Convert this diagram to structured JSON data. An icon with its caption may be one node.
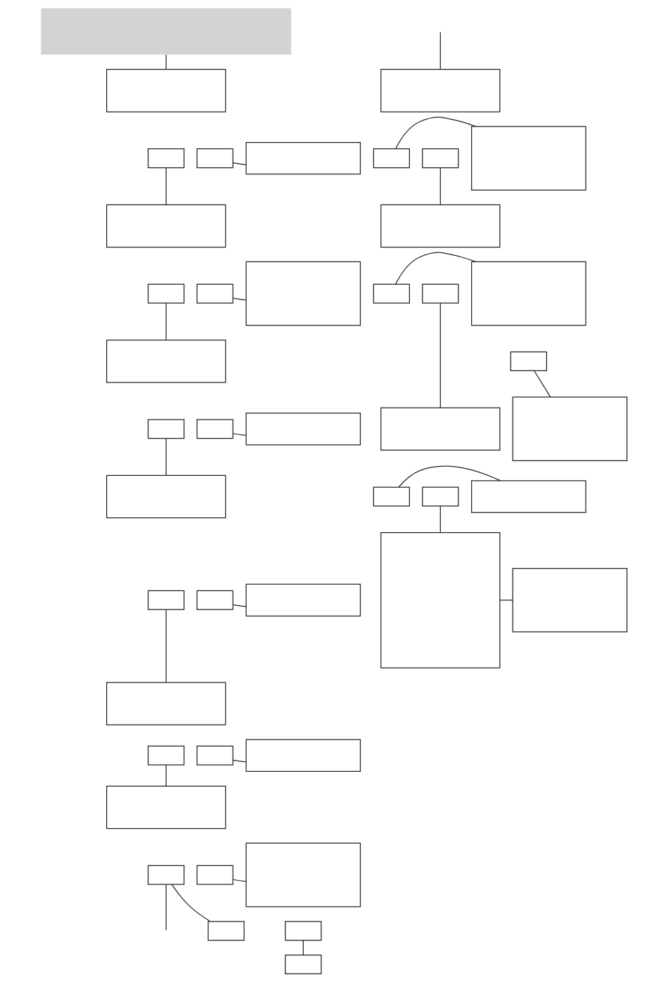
{
  "diagram": {
    "nodes": [
      {
        "text": [],
        "shape": "box"
      },
      {
        "text": [],
        "shape": "box"
      },
      {
        "text": [],
        "shape": "box"
      },
      {
        "text": [],
        "shape": "box"
      },
      {
        "text": [],
        "shape": "box"
      },
      {
        "text": [],
        "shape": "box"
      },
      {
        "text": [],
        "shape": "box"
      },
      {
        "text": [],
        "shape": "box"
      },
      {
        "text": [],
        "shape": "box"
      },
      {
        "text": [],
        "shape": "box"
      },
      {
        "text": [],
        "shape": "box"
      },
      {
        "text": [],
        "shape": "box"
      },
      {
        "text": [],
        "shape": "box"
      },
      {
        "text": [],
        "shape": "box"
      },
      {
        "text": [],
        "shape": "box"
      },
      {
        "text": [],
        "shape": "box"
      },
      {
        "text": [],
        "shape": "box"
      },
      {
        "text": [],
        "shape": "box"
      },
      {
        "text": [],
        "shape": "box"
      },
      {
        "text": [],
        "shape": "box"
      },
      {
        "text": [],
        "shape": "box"
      },
      {
        "text": [],
        "shape": "box"
      },
      {
        "text": [],
        "shape": "box"
      },
      {
        "text": [],
        "shape": "box"
      },
      {
        "text": [],
        "shape": "box"
      },
      {
        "text": [],
        "shape": "box"
      },
      {
        "text": [],
        "shape": "box"
      },
      {
        "text": [],
        "shape": "box"
      },
      {
        "text": [],
        "shape": "box"
      },
      {
        "text": [],
        "shape": "box"
      },
      {
        "text": [],
        "shape": "box"
      },
      {
        "text": [],
        "shape": "box"
      },
      {
        "text": [],
        "shape": "box"
      },
      {
        "text": [],
        "shape": "box"
      },
      {
        "text": [],
        "shape": "box"
      },
      {
        "text": [],
        "shape": "box"
      },
      {
        "text": [],
        "shape": "box"
      },
      {
        "text": [],
        "shape": "box"
      },
      {
        "text": [],
        "shape": "box"
      },
      {
        "text": [],
        "shape": "box"
      },
      {
        "text": [],
        "shape": "box"
      },
      {
        "text": [],
        "shape": "box"
      },
      {
        "text": [],
        "shape": "box"
      },
      {
        "text": [],
        "shape": "box"
      }
    ],
    "edges": [
      {
        "from": 0,
        "to": 1,
        "arrow": "none"
      },
      {
        "from": 3,
        "to": 4,
        "arrow": "none"
      },
      {
        "from": 2,
        "to": 5,
        "arrow": "none"
      },
      {
        "from": 7,
        "to": 8,
        "arrow": "none"
      },
      {
        "from": 6,
        "to": 9,
        "arrow": "none"
      },
      {
        "from": 11,
        "to": 12,
        "arrow": "none"
      },
      {
        "from": 10,
        "to": 13,
        "arrow": "none"
      },
      {
        "from": 15,
        "to": 16,
        "arrow": "none"
      },
      {
        "from": 14,
        "to": 17,
        "arrow": "none"
      },
      {
        "from": 19,
        "to": 20,
        "arrow": "none"
      },
      {
        "from": 18,
        "to": 21,
        "arrow": "none"
      },
      {
        "from": 23,
        "to": 24,
        "arrow": "none"
      },
      {
        "from": 22,
        "to": 25,
        "arrow": "none"
      },
      {
        "from": 22,
        "to": null,
        "arrow": "none"
      },
      {
        "from": 26,
        "to": 27,
        "arrow": "none"
      },
      {
        "from": null,
        "to": 28,
        "arrow": "none"
      },
      {
        "from": 30,
        "to": 31,
        "arrow": "none"
      },
      {
        "from": 29,
        "to": 32,
        "arrow": "none"
      },
      {
        "from": 34,
        "to": 35,
        "arrow": "none"
      },
      {
        "from": 36,
        "to": 37,
        "arrow": "none"
      },
      {
        "from": 33,
        "to": 38,
        "arrow": "none"
      },
      {
        "from": 40,
        "to": 41,
        "arrow": "none"
      },
      {
        "from": 39,
        "to": 42,
        "arrow": "none"
      },
      {
        "from": 42,
        "to": 43,
        "arrow": "none"
      }
    ]
  }
}
